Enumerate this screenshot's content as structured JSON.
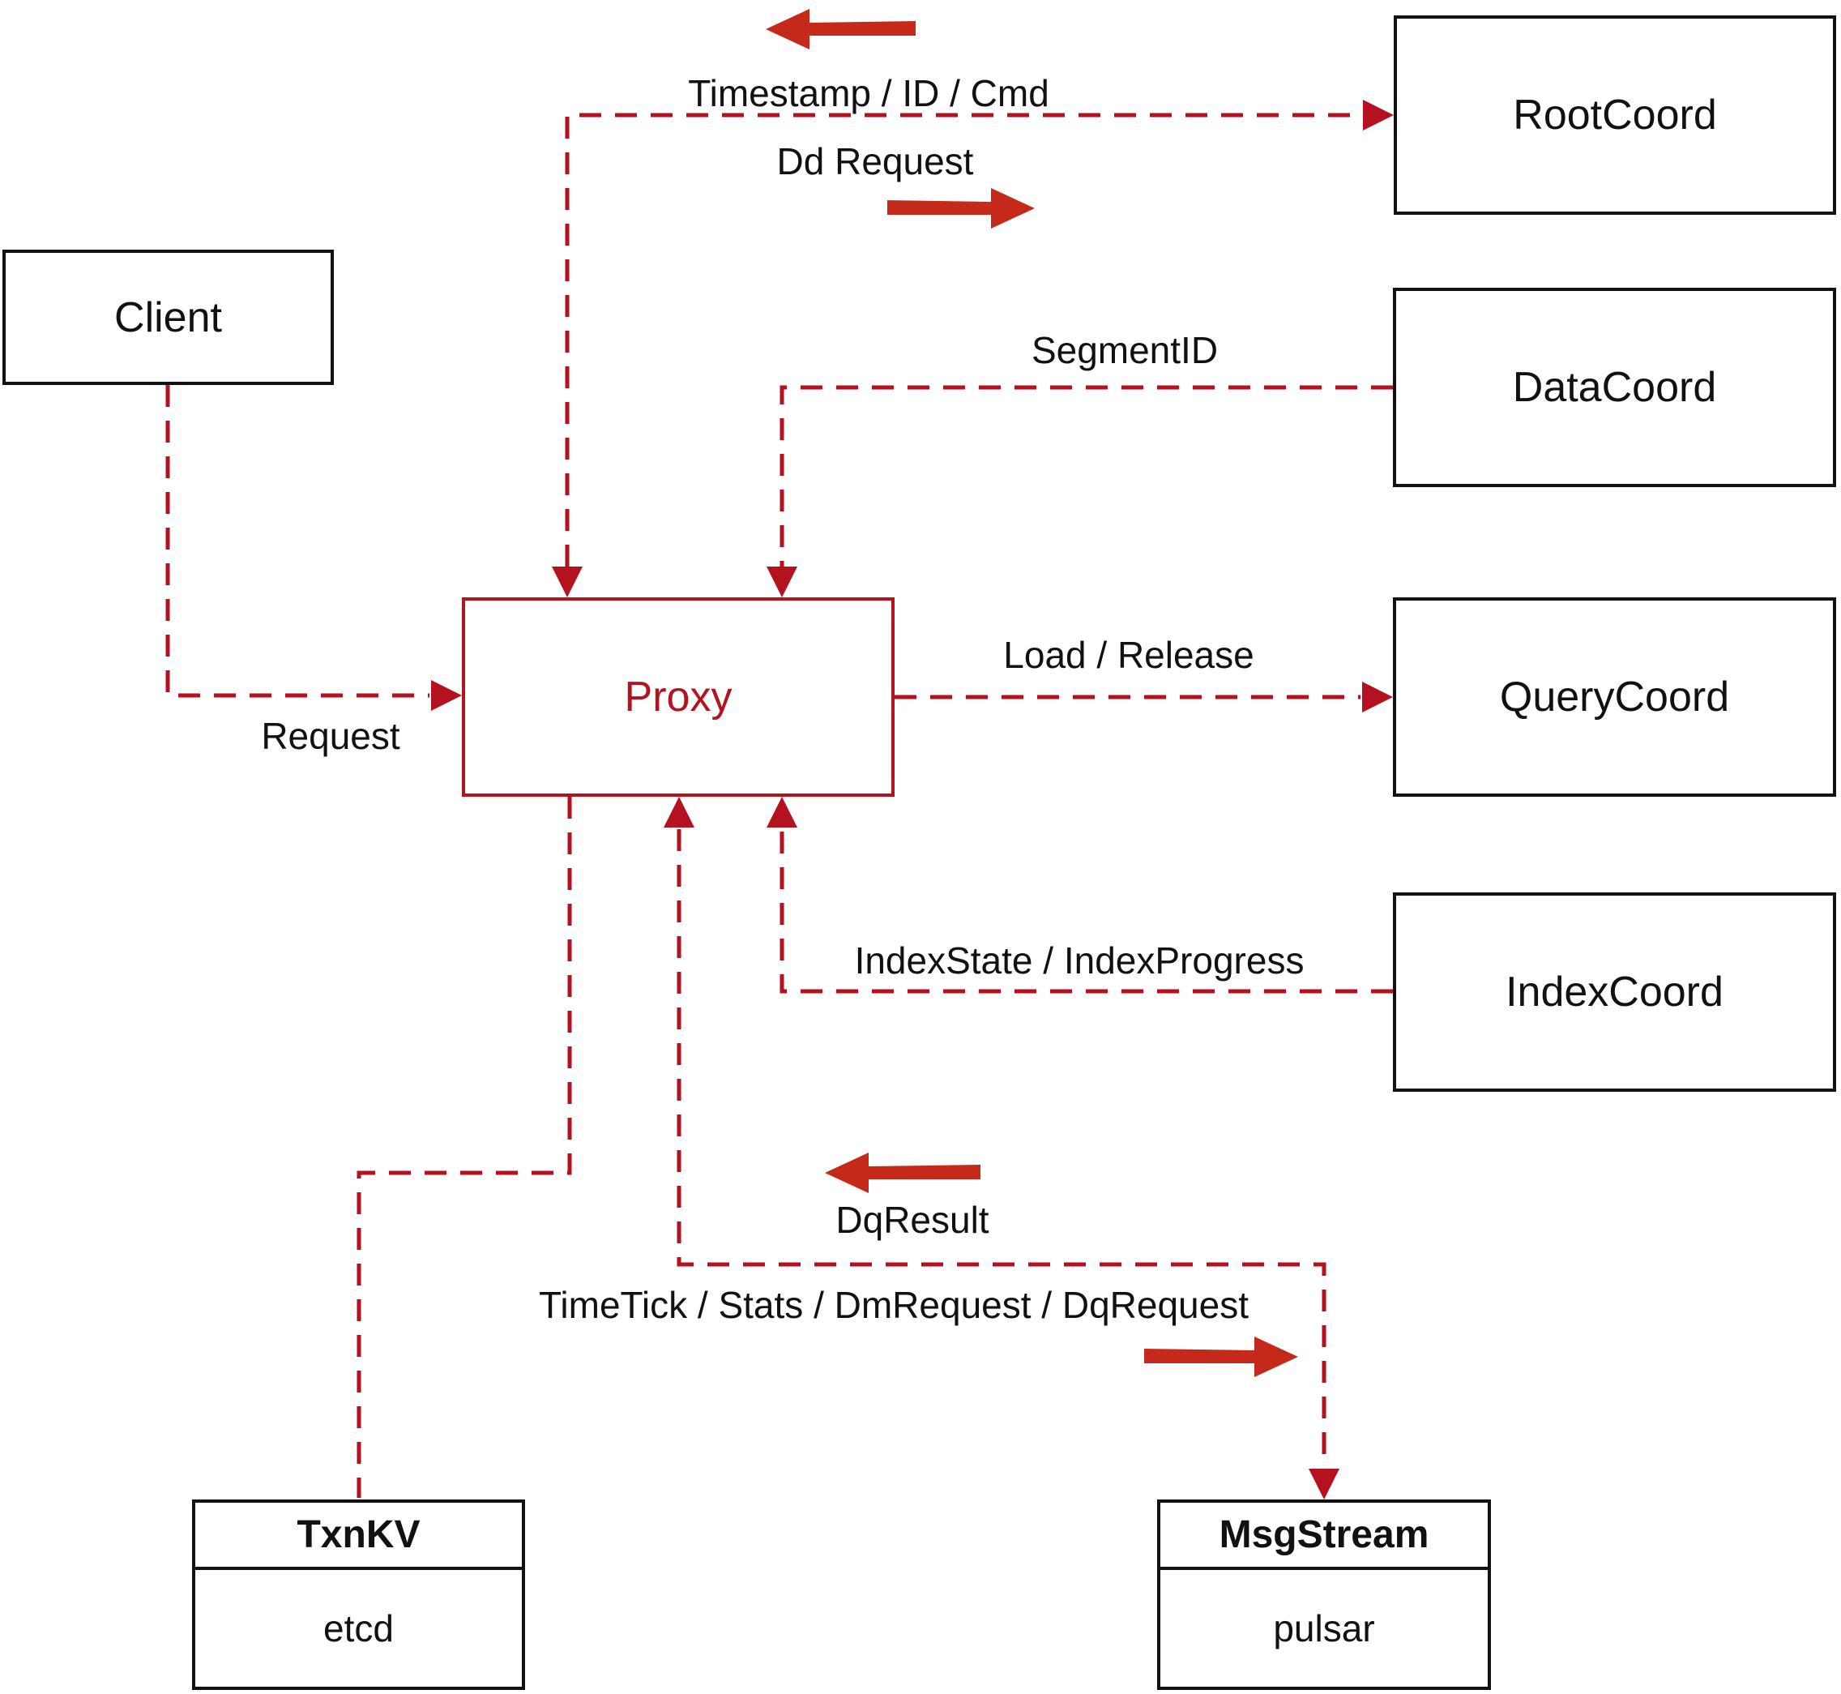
{
  "diagram_type": "architecture-diagram",
  "colors": {
    "dash_line": "#b5121f",
    "solid_arrow": "#c5291a",
    "box_border": "#111111",
    "text": "#111111",
    "proxy_accent": "#b5121f",
    "background": "#ffffff"
  },
  "nodes": {
    "client": {
      "label": "Client"
    },
    "rootcoord": {
      "label": "RootCoord"
    },
    "datacoord": {
      "label": "DataCoord"
    },
    "querycoord": {
      "label": "QueryCoord"
    },
    "indexcoord": {
      "label": "IndexCoord"
    },
    "proxy": {
      "label": "Proxy"
    },
    "txnkv": {
      "title": "TxnKV",
      "implementation": "etcd"
    },
    "msgstream": {
      "title": "MsgStream",
      "implementation": "pulsar"
    }
  },
  "edges": [
    {
      "name": "timestamp-id-cmd",
      "from": "rootcoord",
      "to": "proxy",
      "label": "Timestamp / ID / Cmd",
      "direction": "left"
    },
    {
      "name": "dd-request",
      "from": "proxy",
      "to": "rootcoord",
      "label": "Dd Request",
      "direction": "right"
    },
    {
      "name": "segment-id",
      "from": "datacoord",
      "to": "proxy",
      "label": "SegmentID",
      "direction": "into-proxy"
    },
    {
      "name": "load-release",
      "from": "proxy",
      "to": "querycoord",
      "label": "Load / Release",
      "direction": "right"
    },
    {
      "name": "index-state",
      "from": "indexcoord",
      "to": "proxy",
      "label": "IndexState / IndexProgress",
      "direction": "into-proxy"
    },
    {
      "name": "request",
      "from": "client",
      "to": "proxy",
      "label": "Request",
      "direction": "into-proxy"
    },
    {
      "name": "dq-result",
      "from": "msgstream",
      "to": "proxy",
      "label": "DqResult",
      "direction": "left"
    },
    {
      "name": "timetick",
      "from": "proxy",
      "to": "msgstream",
      "label": "TimeTick / Stats / DmRequest / DqRequest",
      "direction": "right"
    },
    {
      "name": "proxy-txnkv",
      "from": "proxy",
      "to": "txnkv",
      "label": "",
      "direction": "none"
    }
  ]
}
